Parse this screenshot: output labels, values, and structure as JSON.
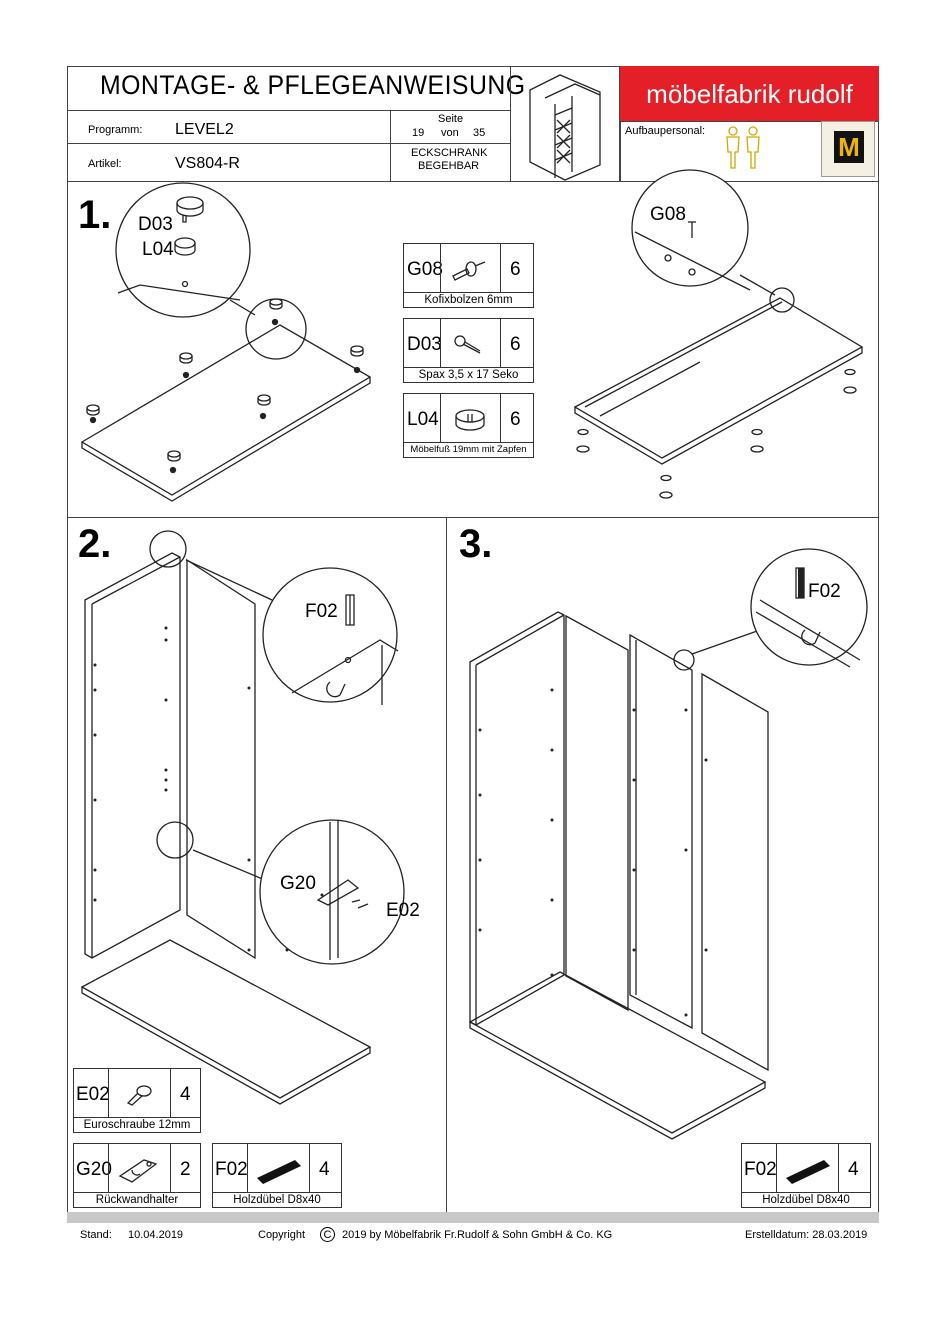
{
  "header": {
    "title": "MONTAGE- & PFLEGEANWEISUNG",
    "programm_label": "Programm:",
    "programm_value": "LEVEL2",
    "artikel_label": "Artikel:",
    "artikel_value": "VS804-R",
    "seite_label": "Seite",
    "seite_current": "19",
    "seite_von": "von",
    "seite_total": "35",
    "product_line1": "ECKSCHRANK",
    "product_line2": "BEGEHBAR",
    "brand": "möbelfabrik rudolf",
    "aufbaupersonal_label": "Aufbaupersonal:",
    "logo_letter": "M"
  },
  "step1": {
    "number": "1.",
    "callout_left": [
      "D03",
      "L04"
    ],
    "callout_right": "G08",
    "parts": [
      {
        "code": "G08",
        "qty": "6",
        "label": "Kofixbolzen 6mm",
        "icon": "bolt-icon"
      },
      {
        "code": "D03",
        "qty": "6",
        "label": "Spax  3,5 x 17  Seko",
        "icon": "screw-icon"
      },
      {
        "code": "L04",
        "qty": "6",
        "label": "Möbelfuß 19mm mit Zapfen",
        "icon": "foot-icon"
      }
    ]
  },
  "step2": {
    "number": "2.",
    "callout_top": "F02",
    "callout_bottom": [
      "G20",
      "E02"
    ],
    "parts": [
      {
        "code": "E02",
        "qty": "4",
        "label": "Euroschraube 12mm",
        "icon": "euroscrew-icon"
      },
      {
        "code": "G20",
        "qty": "2",
        "label": "Rückwandhalter",
        "icon": "bracket-icon"
      },
      {
        "code": "F02",
        "qty": "4",
        "label": "Holzdübel D8x40",
        "icon": "dowel-icon"
      }
    ]
  },
  "step3": {
    "number": "3.",
    "callout": "F02",
    "parts": [
      {
        "code": "F02",
        "qty": "4",
        "label": "Holzdübel D8x40",
        "icon": "dowel-icon"
      }
    ]
  },
  "footer": {
    "stand_label": "Stand:",
    "stand_date": "10.04.2019",
    "copyright": "Copyright",
    "copyright_symbol": "C",
    "copyright_text": "2019  by Möbelfabrik Fr.Rudolf & Sohn GmbH & Co. KG",
    "erstelldatum": "Erstelldatum: 28.03.2019"
  },
  "colors": {
    "brand_red": "#e41f27",
    "line": "#333333",
    "logo_bg": "#f1b400"
  }
}
